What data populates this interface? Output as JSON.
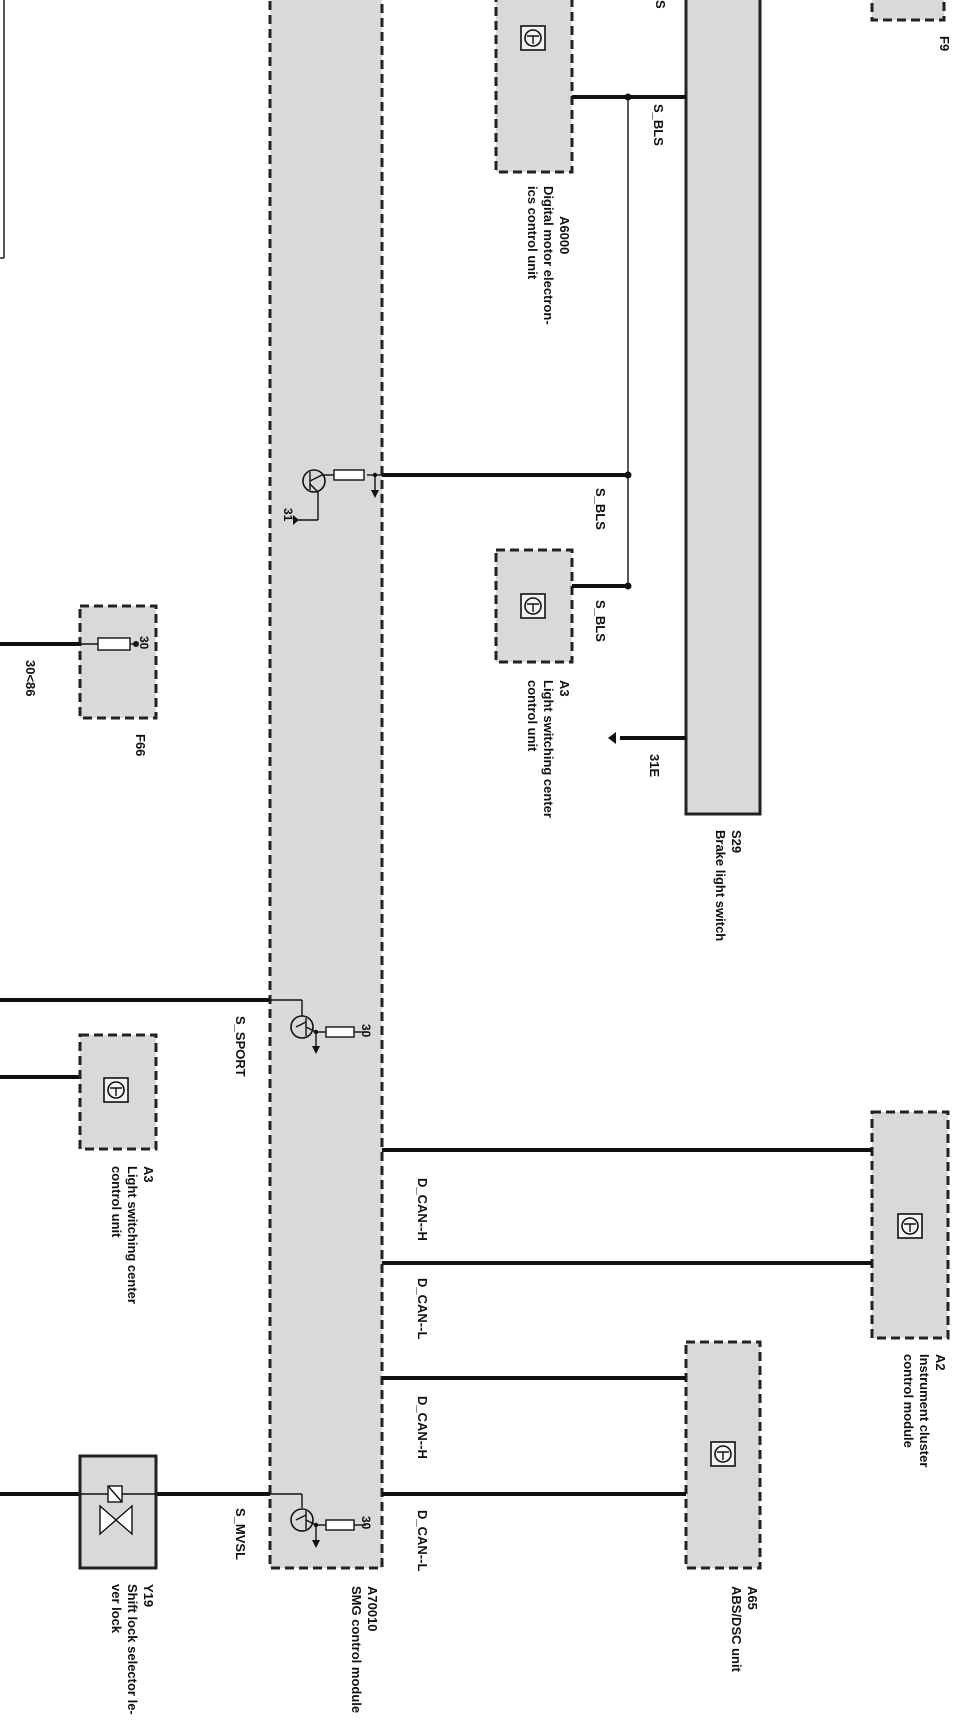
{
  "components": {
    "f9": {
      "id": "F9"
    },
    "a6000": {
      "id": "A6000",
      "name_line1": "Digital motor electron-",
      "name_line2": "ics control unit"
    },
    "s29": {
      "id": "S29",
      "name": "Brake light switch"
    },
    "a3_top": {
      "id": "A3",
      "name_line1": "Light switching center",
      "name_line2": "control unit"
    },
    "f66": {
      "id": "F66",
      "pin": "30"
    },
    "a3_bottom": {
      "id": "A3",
      "name_line1": "Light switching center",
      "name_line2": "control unit"
    },
    "a2": {
      "id": "A2",
      "name_line1": "Instrument cluster",
      "name_line2": "control module"
    },
    "a65": {
      "id": "A65",
      "name": "ABS/DSC unit"
    },
    "a70010": {
      "id": "A70010",
      "name": "SMG control module"
    },
    "y19": {
      "id": "Y19",
      "name_line1": "Shift lock selector le-",
      "name_line2": "ver lock"
    }
  },
  "signals": {
    "s_top_cut": "S",
    "s_bls_a6000": "S_BLS",
    "s_bls_mid": "S_BLS",
    "s_bls_a3": "S_BLS",
    "e31": "31E",
    "f66_wire": "30<86",
    "s_sport": "S_SPORT",
    "d_can_h_a2": "D_CAN--H",
    "d_can_l_a2": "D_CAN--L",
    "d_can_h_a65": "D_CAN--H",
    "d_can_l_a65": "D_CAN--L",
    "s_mvsl": "S_MVSL"
  },
  "pins": {
    "ground_bls": "31",
    "sport_supply": "30",
    "mvsl_supply": "30"
  }
}
